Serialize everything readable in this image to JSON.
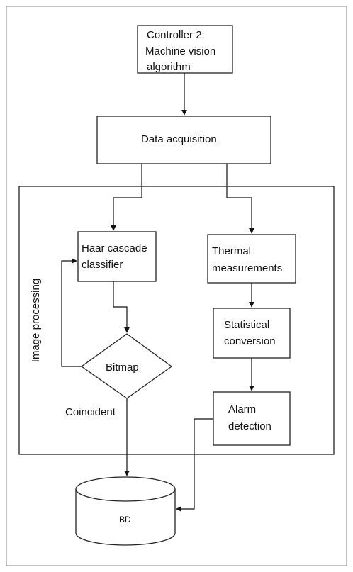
{
  "nodes": {
    "controller": [
      "Controller 2:",
      "Machine vision",
      "algorithm"
    ],
    "data_acquisition": "Data acquisition",
    "group_label": "Image processing",
    "haar": [
      "Haar cascade",
      "classifier"
    ],
    "bitmap": "Bitmap",
    "thermal": [
      "Thermal",
      "measurements"
    ],
    "statistical": [
      "Statistical",
      "conversion"
    ],
    "alarm": [
      "Alarm",
      "detection"
    ],
    "database": "BD"
  },
  "edge_labels": {
    "coincident": "Coincident"
  }
}
